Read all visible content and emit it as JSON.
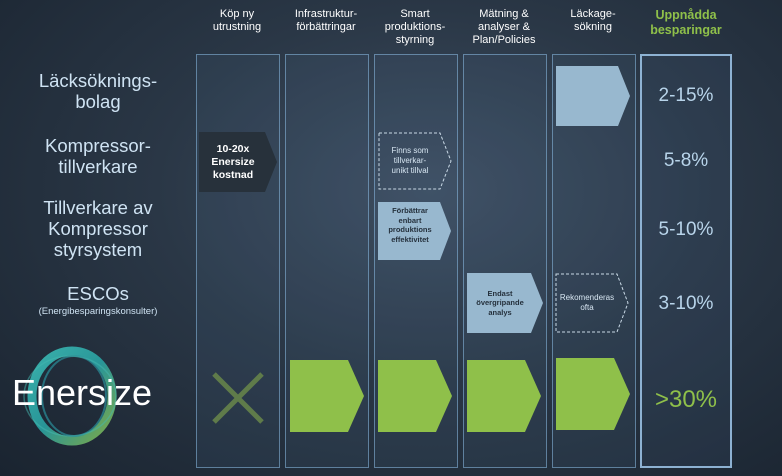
{
  "columns": [
    {
      "label": "Köp ny\nutrustning"
    },
    {
      "label": "Infrastruktur-\nförbättringar"
    },
    {
      "label": "Smart\nproduktions-\nstyrning"
    },
    {
      "label": "Mätning &\nanalyser &\nPlan/Policies"
    },
    {
      "label": "Läckage-\nsökning"
    }
  ],
  "savings_header": "Uppnådda\nbesparingar",
  "rows": [
    {
      "label": "Läcksöknings-\nbolag",
      "sub": "",
      "saving": "2-15%"
    },
    {
      "label": "Kompressor-\ntillverkare",
      "sub": "",
      "saving": "5-8%"
    },
    {
      "label": "Tillverkare av\nKompressor\nstyrsystem",
      "sub": "",
      "saving": "5-10%"
    },
    {
      "label": "ESCOs",
      "sub": "(Energibesparingskonsulter)",
      "saving": "3-10%"
    }
  ],
  "boxes": {
    "cost": "10-20x\nEnersize\nkostnad",
    "unique": "Finns som\ntillverkar-\nunikt tillval",
    "efficiency": "Förbättrar\nenbart\nproduktions\neffektivitet",
    "overview": "Endast\növergripande\nanalys",
    "recommended": "Rekomenderas\nofta"
  },
  "enersize": {
    "name": "Enersize",
    "saving": ">30%"
  },
  "colors": {
    "green": "#8fc04a",
    "lightblue": "#98b8cf",
    "dark": "#2b3540"
  },
  "icons": {
    "excluded": "x-cross-icon"
  }
}
